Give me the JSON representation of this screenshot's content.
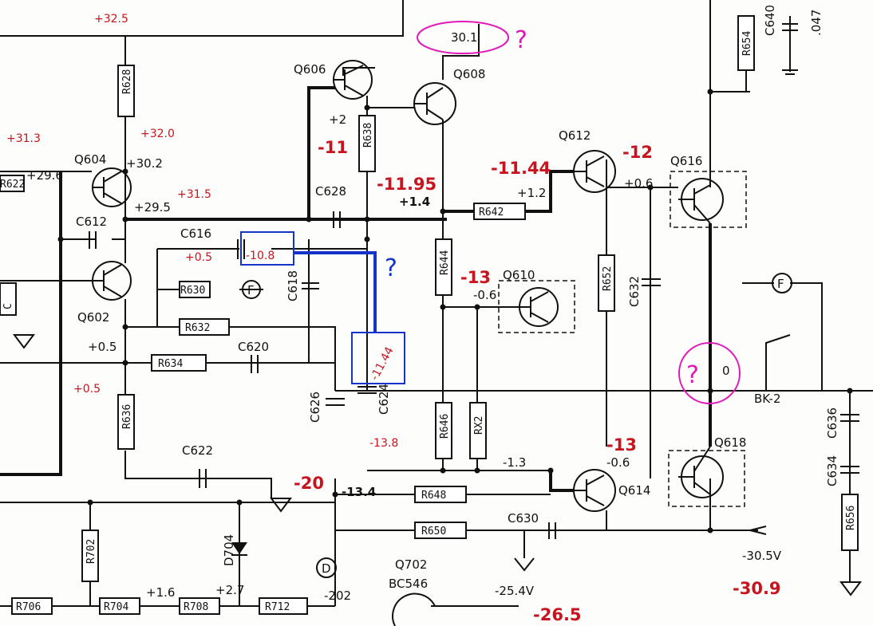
{
  "schematic": {
    "transistors": {
      "q604": "Q604",
      "q602": "Q602",
      "q606": "Q606",
      "q608": "Q608",
      "q610": "Q610",
      "q612": "Q612",
      "q614": "Q614",
      "q616": "Q616",
      "q618": "Q618",
      "q702": "Q702",
      "q702_type": "BC546"
    },
    "resistors": {
      "r628": "R628",
      "r638": "R638",
      "r644": "R644",
      "r630": "R630",
      "r632": "R632",
      "r634": "R634",
      "r636": "R636",
      "r642": "R642",
      "r652": "R652",
      "r646": "R646",
      "rx2": "RX2",
      "r648": "R648",
      "r650": "R650",
      "r702": "R702",
      "r706": "R706",
      "r704": "R704",
      "r708": "R708",
      "r712": "R712",
      "r654": "R654",
      "r656": "R656",
      "r622": "R622"
    },
    "capacitors": {
      "c612": "C612",
      "c616": "C616",
      "c618": "C618",
      "c620": "C620",
      "c622": "C622",
      "c624": "C624",
      "c626": "C626",
      "c628": "C628",
      "c630": "C630",
      "c632": "C632",
      "c634": "C634",
      "c636": "C636",
      "c640": "C640",
      "c640_val": ".047"
    },
    "other": {
      "d704": "D704",
      "bk2": "BK-2",
      "node_d": "D",
      "node_f": "F",
      "node_0": "0",
      "node_c": "C"
    },
    "printed_voltages": {
      "v29_6": "+29.6",
      "v30_2": "+30.2",
      "v29_5": "+29.5",
      "v_p2": "+2",
      "v_p1_4": "+1.4",
      "v_p1_2": "+1.2",
      "v_p0_6": "+0.6",
      "v_p0_5": "+0.5",
      "v_m0_6a": "-0.6",
      "v_m0_6b": "-0.6",
      "v_m1_3": "-1.3",
      "v_m13_4": "-13.4",
      "v_m30_5": "-30.5V",
      "v_m25_4": "-25.4V",
      "v_202": "-202",
      "v_1_6": "+1.6",
      "v_2_7": "+2.7",
      "v_30_1": "30.1"
    }
  },
  "annotations": {
    "red": {
      "a32_5": "+32.5",
      "a31_3": "+31.3",
      "a32_0": "+32.0",
      "a31_5": "+31.5",
      "a0_5": "+0.5",
      "a10_8": "-10.8",
      "a11_44_box": "-11.44",
      "a13_8": "-13.8",
      "a0_5b": "+0.5"
    },
    "red_bold": {
      "b11": "-11",
      "b11_95": "-11.95",
      "b11_44": "-11.44",
      "b12": "-12",
      "b13a": "-13",
      "b13b": "-13",
      "b20": "-20",
      "b26_5": "-26.5",
      "b30_9": "-30.9"
    },
    "questions": {
      "q_top": "?",
      "q_mid": "?",
      "q_right": "?"
    },
    "colors": {
      "red": "#c8141e",
      "blue": "#1433c8",
      "magenta": "#e01ab8"
    }
  }
}
